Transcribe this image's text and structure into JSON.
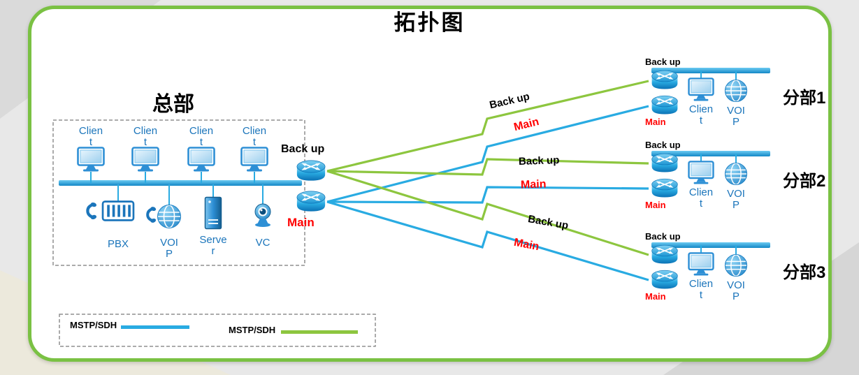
{
  "title": "拓扑图",
  "hq": {
    "label": "总部",
    "backup_label": "Back up",
    "main_label": "Main",
    "clients": [
      {
        "label": "Clien\nt"
      },
      {
        "label": "Clien\nt"
      },
      {
        "label": "Clien\nt"
      },
      {
        "label": "Clien\nt"
      }
    ],
    "devices": [
      {
        "label": "PBX"
      },
      {
        "label": "VOI\nP"
      },
      {
        "label": "Serve\nr"
      },
      {
        "label": "VC"
      }
    ]
  },
  "branches": [
    {
      "label": "分部1",
      "backup_label": "Back up",
      "main_label": "Main",
      "client_label": "Clien\nt",
      "voip_label": "VOI\nP"
    },
    {
      "label": "分部2",
      "backup_label": "Back up",
      "main_label": "Main",
      "client_label": "Clien\nt",
      "voip_label": "VOI\nP"
    },
    {
      "label": "分部3",
      "backup_label": "Back up",
      "main_label": "Main",
      "client_label": "Clien\nt",
      "voip_label": "VOI\nP"
    }
  ],
  "links": [
    {
      "backup_label": "Back up",
      "main_label": "Main"
    },
    {
      "backup_label": "Back up",
      "main_label": "Main"
    },
    {
      "backup_label": "Back up",
      "main_label": "Main"
    }
  ],
  "legend": [
    {
      "label": "MSTP/SDH",
      "color": "#29ABE2"
    },
    {
      "label": "MSTP/SDH",
      "color": "#8DC63F"
    }
  ],
  "colors": {
    "frame_green": "#7AC143",
    "link_blue": "#29ABE2",
    "link_green": "#8DC63F",
    "main_red": "#FF0000",
    "label_blue": "#1B75BB"
  }
}
